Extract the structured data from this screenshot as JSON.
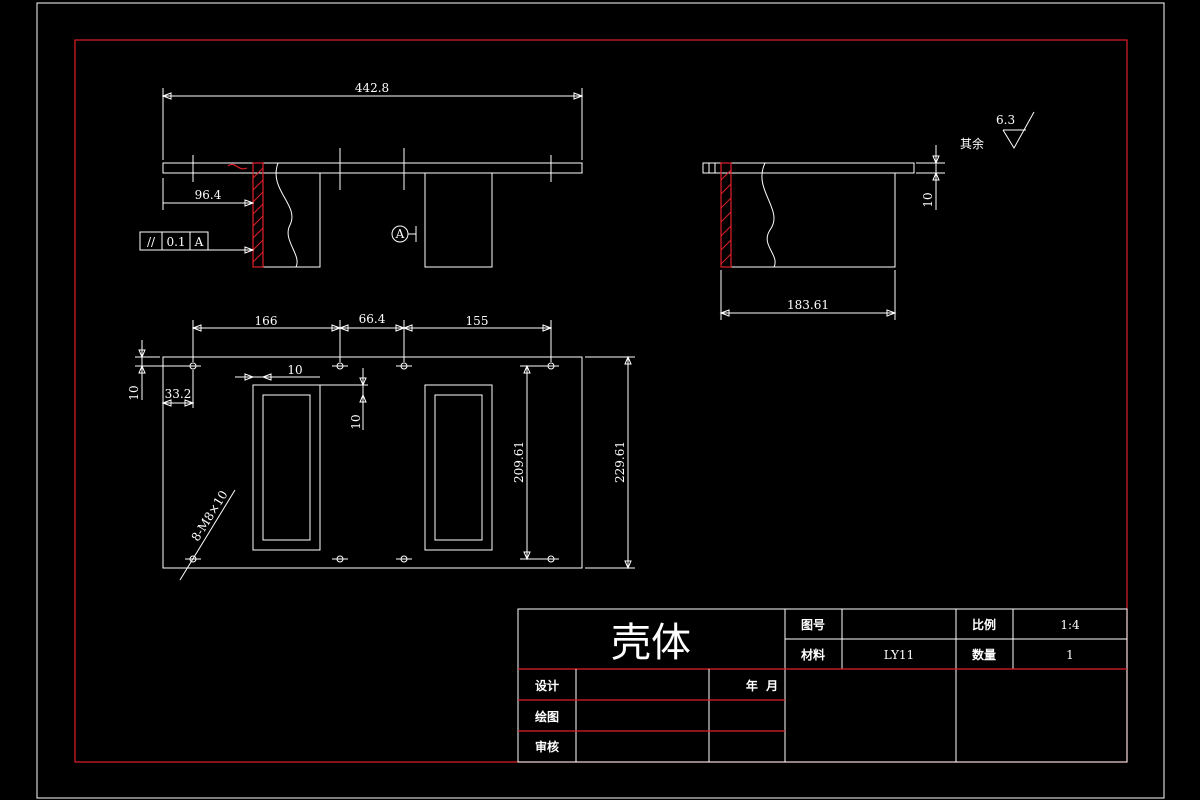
{
  "dims": {
    "overall_length": "442.8",
    "left_offset": "96.4",
    "tolerance_symbol": "//",
    "tolerance_value": "0.1",
    "datum_ref": "A",
    "datum_marker": "A",
    "roughness_label": "其余",
    "roughness_value": "6.3",
    "side_thickness": "10",
    "side_width": "183.61",
    "hole_span_left": "166",
    "hole_span_mid": "66.4",
    "hole_span_right": "155",
    "edge_10_top": "10",
    "edge_33": "33.2",
    "pocket_offset_h": "10",
    "pocket_offset_v": "10",
    "inner_height": "209.61",
    "outer_height": "229.61",
    "hole_callout": "8-M8×10"
  },
  "title_block": {
    "part_name": "壳体",
    "drawing_no_label": "图号",
    "drawing_no_value": "",
    "scale_label": "比例",
    "scale_value": "1:4",
    "material_label": "材料",
    "material_value": "LY11",
    "quantity_label": "数量",
    "quantity_value": "1",
    "designer_label": "设计",
    "draftsman_label": "绘图",
    "reviewer_label": "审核",
    "date_label": "年  月"
  }
}
